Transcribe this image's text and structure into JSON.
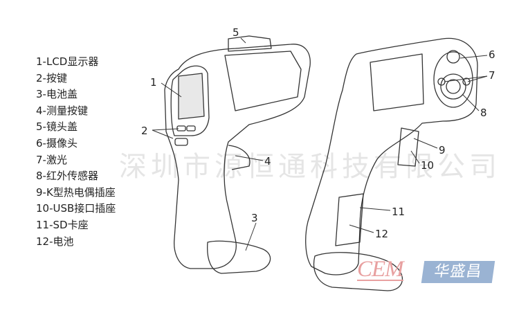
{
  "legend": [
    "1-LCD显示器",
    "2-按键",
    "3-电池盖",
    "4-测量按键",
    "5-镜头盖",
    "6-摄像头",
    "7-激光",
    "8-红外传感器",
    "9-K型热电偶插座",
    "10-USB接口插座",
    "11-SD卡座",
    "12-电池"
  ],
  "callouts": {
    "c1": "1",
    "c2": "2",
    "c3": "3",
    "c4": "4",
    "c5": "5",
    "c6": "6",
    "c7": "7",
    "c8": "8",
    "c9": "9",
    "c10": "10",
    "c11": "11",
    "c12": "12"
  },
  "watermark": "深圳市源恒通科技有限公司",
  "logo": {
    "latin": "CEM",
    "chinese": "华盛昌"
  },
  "colors": {
    "logo_red": "#e8a0a0",
    "logo_blue": "#9ab3d3"
  }
}
